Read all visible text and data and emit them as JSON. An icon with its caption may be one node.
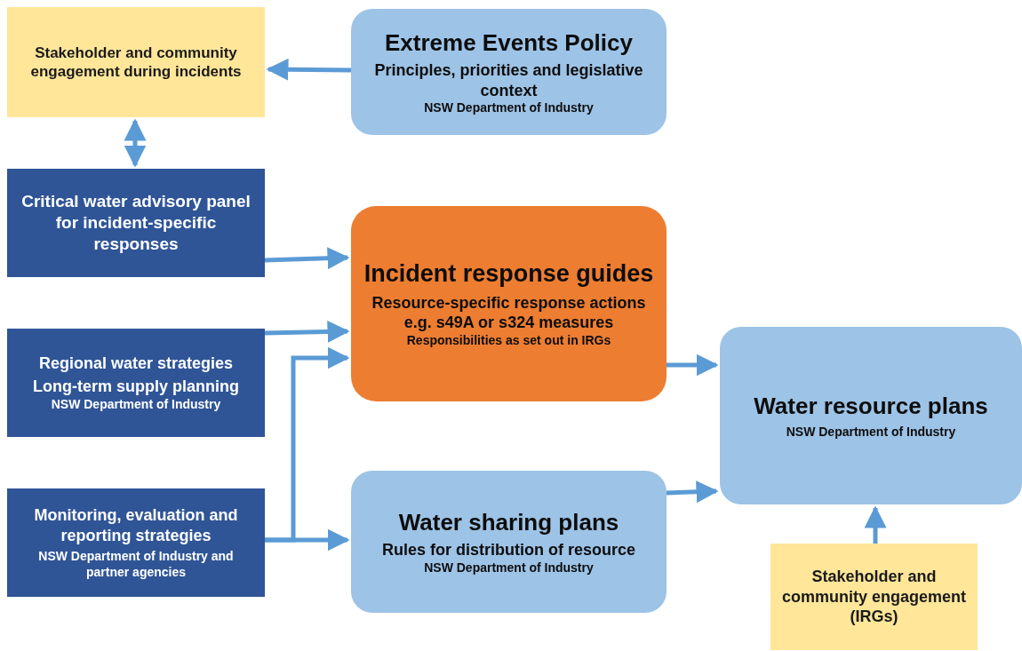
{
  "diagram": {
    "nodes": [
      {
        "text": [
          "Stakeholder and community engagement during incidents"
        ]
      },
      {
        "text": [
          "Extreme Events Policy",
          "Principles, priorities and legislative context",
          "NSW Department of Industry"
        ]
      },
      {
        "text": [
          "Critical water advisory panel for incident-specific responses"
        ]
      },
      {
        "text": [
          "Incident response guides",
          "Resource-specific response actions",
          "e.g. s49A or s324 measures",
          "Responsibilities as set out in IRGs"
        ]
      },
      {
        "text": [
          "Regional water strategies",
          "Long-term supply planning",
          "NSW Department of Industry"
        ]
      },
      {
        "text": [
          "Water resource plans",
          "NSW Department of Industry"
        ]
      },
      {
        "text": [
          "Monitoring, evaluation and reporting strategies",
          "NSW Department of Industry and partner agencies"
        ]
      },
      {
        "text": [
          "Water sharing plans",
          "Rules for distribution of resource",
          "NSW Department of Industry"
        ]
      },
      {
        "text": [
          "Stakeholder and community engagement (IRGs)"
        ]
      }
    ],
    "edges": [
      {
        "from": 1,
        "to": 0,
        "arrow": "to"
      },
      {
        "from": 0,
        "to": 2,
        "arrow": "both"
      },
      {
        "from": 2,
        "to": 3,
        "arrow": "to"
      },
      {
        "from": 4,
        "to": 3,
        "arrow": "to"
      },
      {
        "from": 6,
        "to": 3,
        "arrow": "to"
      },
      {
        "from": 6,
        "to": 7,
        "arrow": "to"
      },
      {
        "from": 3,
        "to": 5,
        "arrow": "to"
      },
      {
        "from": 7,
        "to": 5,
        "arrow": "to"
      },
      {
        "from": 8,
        "to": 5,
        "arrow": "to"
      }
    ]
  }
}
